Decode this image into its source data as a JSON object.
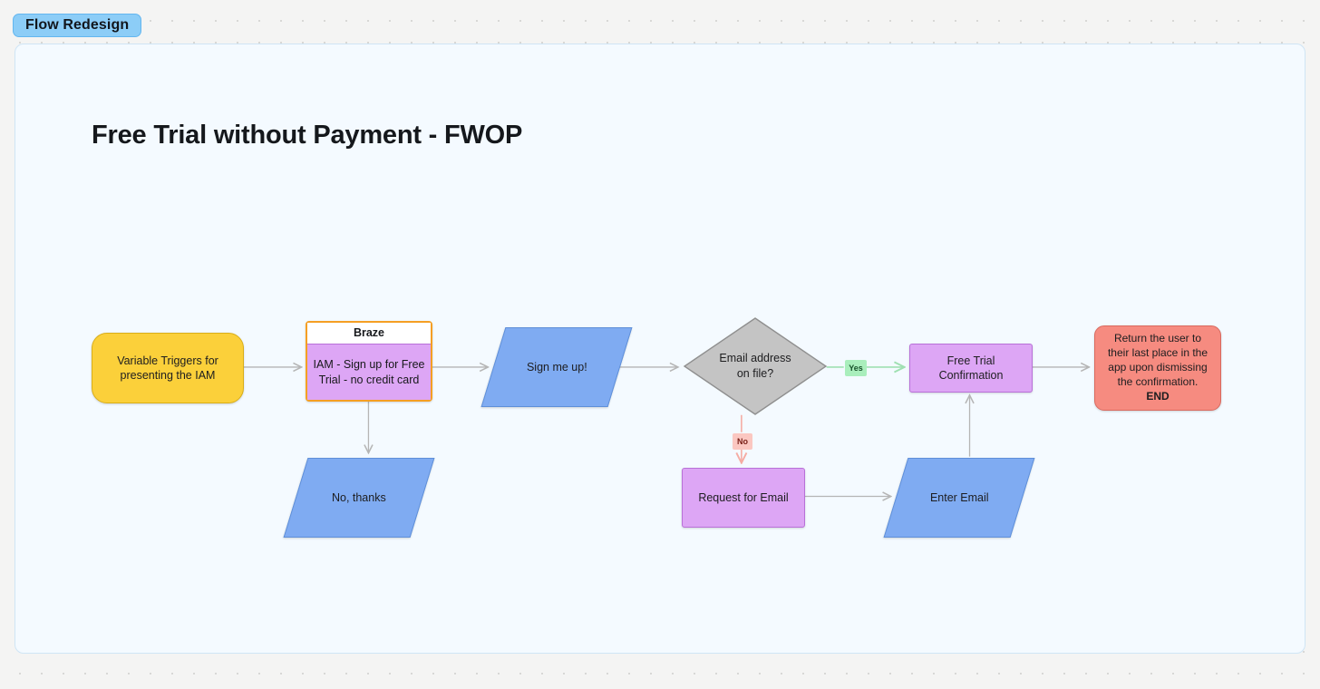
{
  "tab": {
    "label": "Flow Redesign"
  },
  "canvas": {
    "title": "Free Trial without Payment - FWOP",
    "background_color": "#f4faff",
    "border_color": "#cfe5f5"
  },
  "nodes": {
    "trigger": {
      "label": "Variable Triggers for presenting the IAM",
      "shape": "rounded-rectangle",
      "fill": "#fbd03a",
      "stroke": "#d9ae18"
    },
    "braze": {
      "group_label": "Braze",
      "label": "IAM - Sign up for Free Trial - no credit card",
      "shape": "grouped-rectangle",
      "fill": "#dda6f5",
      "stroke": "#f59f24"
    },
    "sign_me_up": {
      "label": "Sign me up!",
      "shape": "parallelogram",
      "fill": "#7fabf2",
      "stroke": "#5f8fd8"
    },
    "no_thanks": {
      "label": "No, thanks",
      "shape": "parallelogram",
      "fill": "#7fabf2",
      "stroke": "#5f8fd8"
    },
    "decision": {
      "label": "Email address on file?",
      "shape": "diamond",
      "fill": "#c4c4c4",
      "stroke": "#8f8f8f"
    },
    "request_for_email": {
      "label": "Request for Email",
      "shape": "rectangle",
      "fill": "#dda6f5",
      "stroke": "#b870d8"
    },
    "enter_email": {
      "label": "Enter Email",
      "shape": "parallelogram",
      "fill": "#7fabf2",
      "stroke": "#5f8fd8"
    },
    "free_trial_confirmation": {
      "label": "Free Trial Confirmation",
      "shape": "rectangle",
      "fill": "#dda6f5",
      "stroke": "#b870d8"
    },
    "end": {
      "label": "Return the user to their last place in the app upon dismissing the confirmation.",
      "end_tag": "END",
      "shape": "rounded-rectangle",
      "fill": "#f68b80",
      "stroke": "#d9695e"
    }
  },
  "edges": {
    "yes_label": "Yes",
    "no_label": "No",
    "yes_color": "#9fe0b2",
    "no_color": "#f5aca3",
    "default_color": "#b5b5b5"
  },
  "chart_data": {
    "type": "diagram",
    "title": "Free Trial without Payment - FWOP",
    "nodes": [
      {
        "id": "trigger",
        "label": "Variable Triggers for presenting the IAM",
        "shape": "rounded-rectangle",
        "color": "#fbd03a"
      },
      {
        "id": "braze",
        "label": "IAM - Sign up for Free Trial - no credit card",
        "group": "Braze",
        "shape": "rectangle",
        "color": "#dda6f5"
      },
      {
        "id": "sign_me_up",
        "label": "Sign me up!",
        "shape": "parallelogram",
        "color": "#7fabf2"
      },
      {
        "id": "no_thanks",
        "label": "No, thanks",
        "shape": "parallelogram",
        "color": "#7fabf2"
      },
      {
        "id": "decision",
        "label": "Email address on file?",
        "shape": "diamond",
        "color": "#c4c4c4"
      },
      {
        "id": "request_for_email",
        "label": "Request for Email",
        "shape": "rectangle",
        "color": "#dda6f5"
      },
      {
        "id": "enter_email",
        "label": "Enter Email",
        "shape": "parallelogram",
        "color": "#7fabf2"
      },
      {
        "id": "free_trial_confirmation",
        "label": "Free Trial Confirmation",
        "shape": "rectangle",
        "color": "#dda6f5"
      },
      {
        "id": "end",
        "label": "Return the user to their last place in the app upon dismissing the confirmation. END",
        "shape": "rounded-rectangle",
        "color": "#f68b80"
      }
    ],
    "links": [
      {
        "from": "trigger",
        "to": "braze",
        "label": ""
      },
      {
        "from": "braze",
        "to": "sign_me_up",
        "label": ""
      },
      {
        "from": "braze",
        "to": "no_thanks",
        "label": ""
      },
      {
        "from": "sign_me_up",
        "to": "decision",
        "label": ""
      },
      {
        "from": "decision",
        "to": "free_trial_confirmation",
        "label": "Yes"
      },
      {
        "from": "decision",
        "to": "request_for_email",
        "label": "No"
      },
      {
        "from": "request_for_email",
        "to": "enter_email",
        "label": ""
      },
      {
        "from": "enter_email",
        "to": "free_trial_confirmation",
        "label": ""
      },
      {
        "from": "free_trial_confirmation",
        "to": "end",
        "label": ""
      }
    ]
  }
}
